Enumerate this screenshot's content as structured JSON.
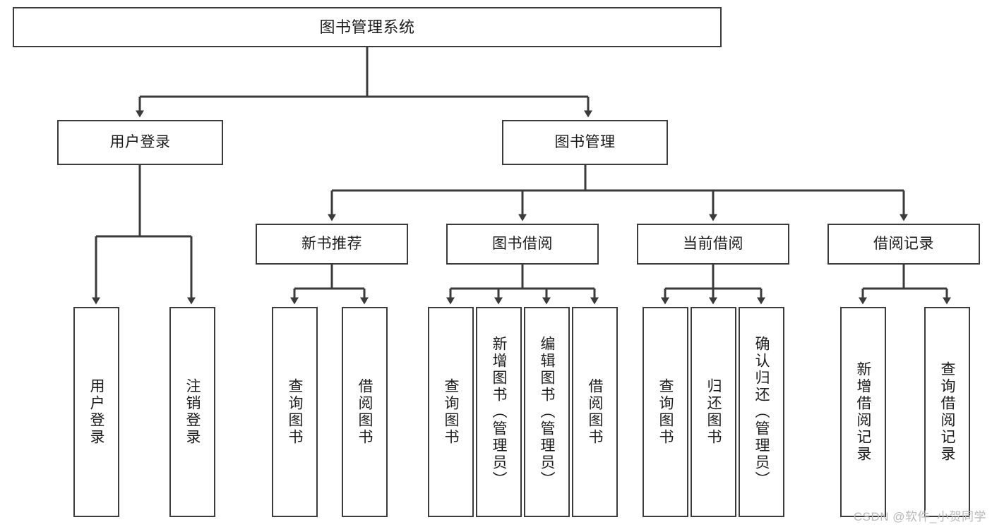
{
  "diagram": {
    "title": "图书管理系统",
    "type": "tree",
    "colors": {
      "box_border": "#3b3b3b",
      "box_fill": "#ffffff",
      "edge": "#3b3b3b",
      "text": "#1b1b1b",
      "watermark": "#b9b9b9",
      "background": "#ffffff"
    },
    "root": {
      "label": "图书管理系统"
    },
    "level2": [
      {
        "label": "用户登录"
      },
      {
        "label": "图书管理"
      }
    ],
    "level3": [
      {
        "label": "新书推荐"
      },
      {
        "label": "图书借阅"
      },
      {
        "label": "当前借阅"
      },
      {
        "label": "借阅记录"
      }
    ],
    "leaves": {
      "user_login": [
        {
          "label": "用户登录"
        },
        {
          "label": "注销登录"
        }
      ],
      "new_book": [
        {
          "label": "查询图书"
        },
        {
          "label": "借阅图书"
        }
      ],
      "book_borrow": [
        {
          "label": "查询图书"
        },
        {
          "label": "新增图书（管理员）"
        },
        {
          "label": "编辑图书（管理员）"
        },
        {
          "label": "借阅图书"
        }
      ],
      "current_borrow": [
        {
          "label": "查询图书"
        },
        {
          "label": "归还图书"
        },
        {
          "label": "确认归还（管理员）"
        }
      ],
      "borrow_record": [
        {
          "label": "新增借阅记录"
        },
        {
          "label": "查询借阅记录"
        }
      ]
    }
  },
  "watermark": {
    "text": "CSDN @软件_小贺同学"
  }
}
